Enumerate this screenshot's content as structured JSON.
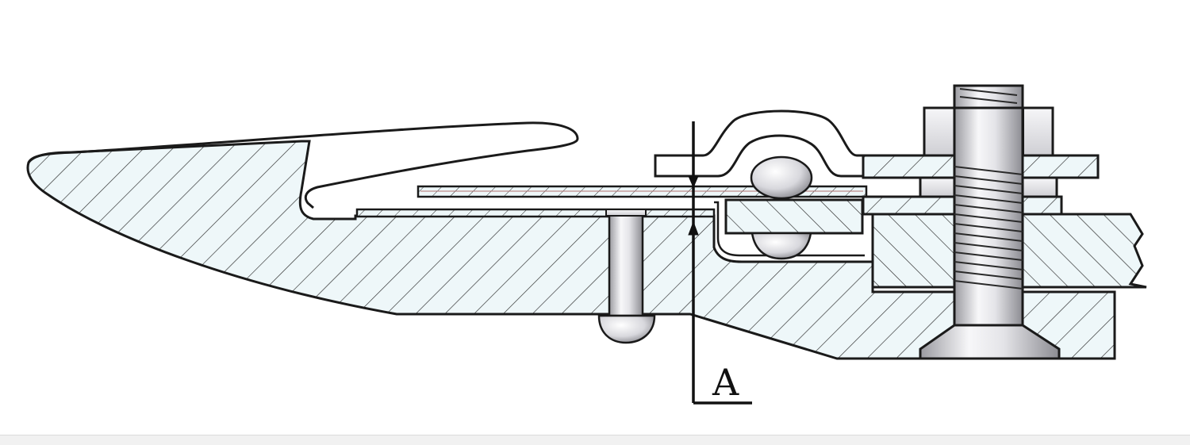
{
  "diagram": {
    "dimension_label": "A"
  },
  "colors": {
    "background": "#ffffff",
    "section_fill": "#eef7f9",
    "outline": "#1a1a1a",
    "hatch": "#2a2a2a",
    "metal_light": "#f4f4f6",
    "metal_mid": "#c9c9ce",
    "metal_dark": "#8a8a90"
  },
  "components": [
    "tool-body",
    "upper-jaw",
    "upper-blade",
    "lower-blade",
    "clamp-bar",
    "clamp-strap",
    "pin",
    "bolt",
    "nut",
    "washer",
    "base-plate",
    "right-plate"
  ]
}
